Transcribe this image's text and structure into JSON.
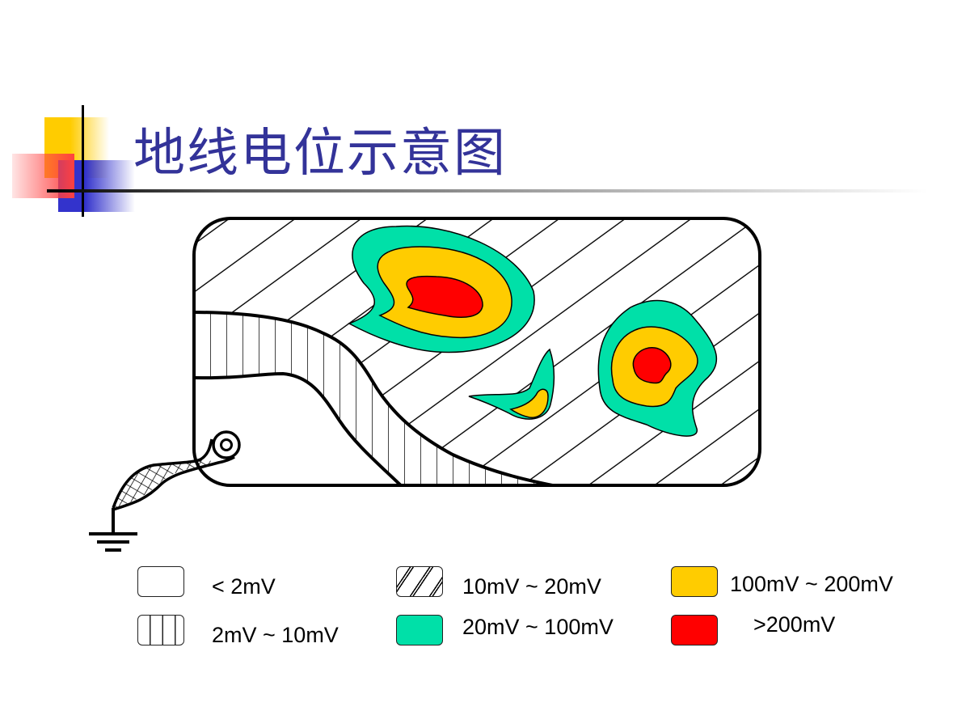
{
  "slide": {
    "title": "地线电位示意图"
  },
  "colors": {
    "title": "#333399",
    "green": "#00E0A8",
    "yellow": "#FFCC00",
    "red": "#FF0000"
  },
  "legend": [
    {
      "label": "< 2mV",
      "fill": "plain"
    },
    {
      "label": "2mV ~ 10mV",
      "fill": "vertical-hatch"
    },
    {
      "label": "10mV ~ 20mV",
      "fill": "diagonal-hatch"
    },
    {
      "label": "20mV ~ 100mV",
      "fill": "#00E0A8"
    },
    {
      "label": "100mV ~ 200mV",
      "fill": "#FFCC00"
    },
    {
      "label": ">200mV",
      "fill": "#FF0000"
    }
  ]
}
